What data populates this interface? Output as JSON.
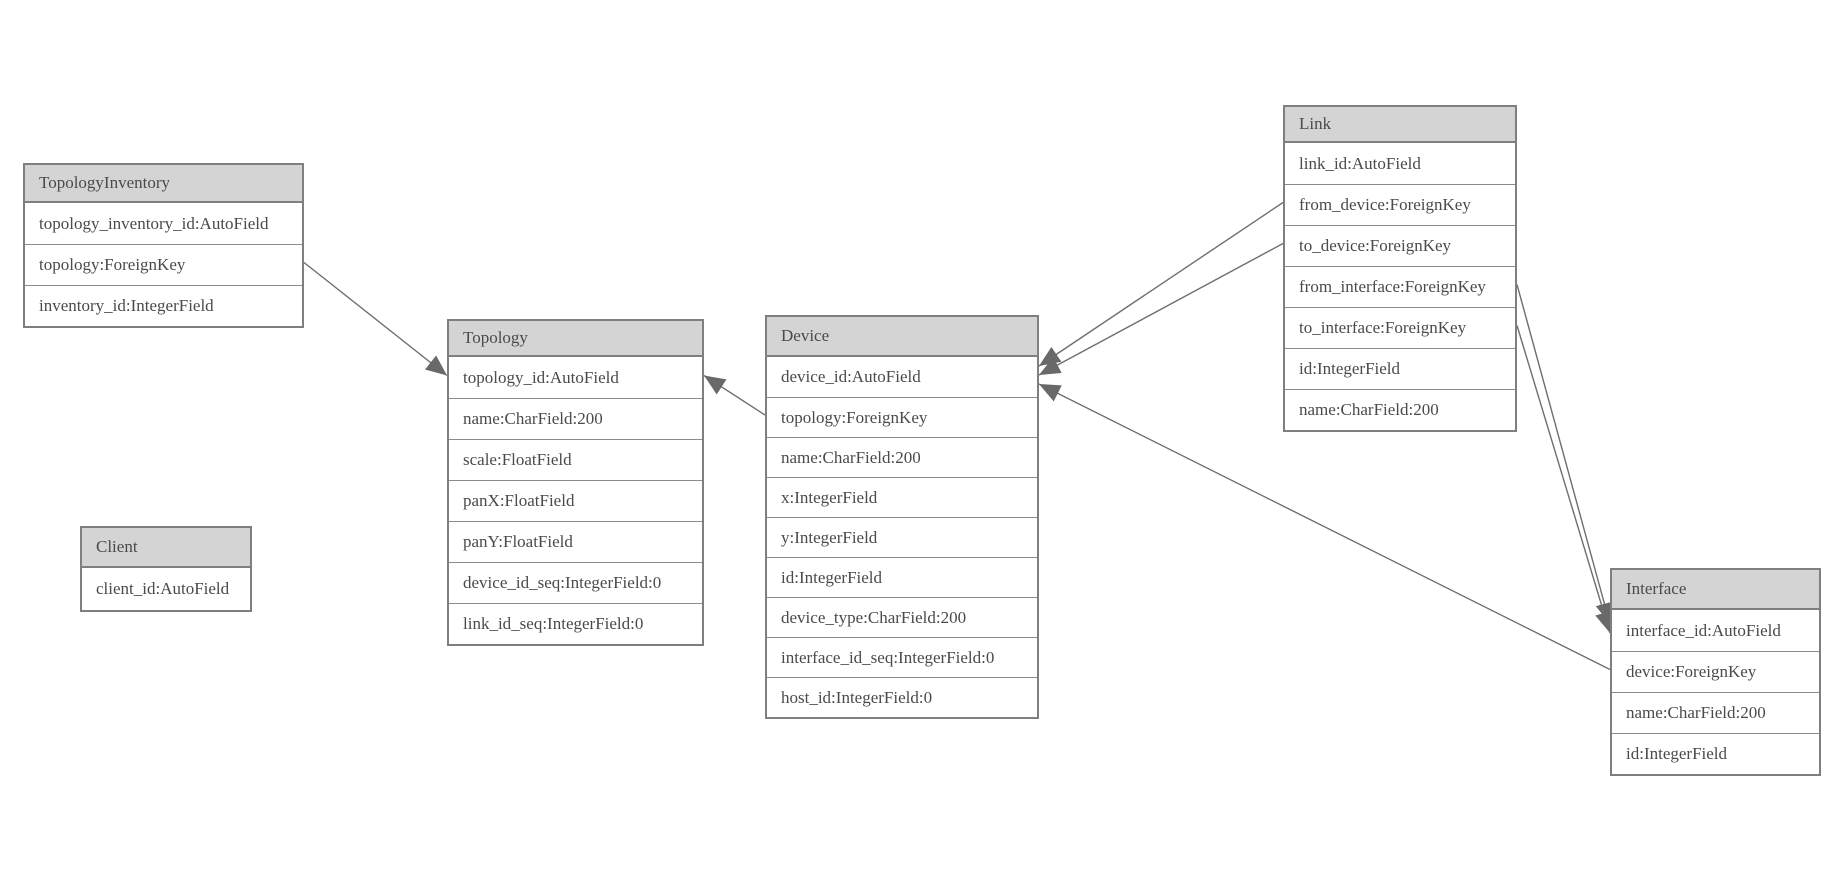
{
  "diagram": {
    "kind": "entity-relationship-model",
    "colors": {
      "canvas_bg": "#ffffff",
      "header_bg": "#d4d4d4",
      "row_bg": "#ffffff",
      "border": "#7f7f7f",
      "text": "#4a4a4a",
      "line": "#6e6e6e",
      "arrow": "#696969"
    },
    "entities": [
      {
        "name": "TopologyInventory",
        "fields": [
          "topology_inventory_id:AutoField",
          "topology:ForeignKey",
          "inventory_id:IntegerField"
        ]
      },
      {
        "name": "Topology",
        "fields": [
          "topology_id:AutoField",
          "name:CharField:200",
          "scale:FloatField",
          "panX:FloatField",
          "panY:FloatField",
          "device_id_seq:IntegerField:0",
          "link_id_seq:IntegerField:0"
        ]
      },
      {
        "name": "Client",
        "fields": [
          "client_id:AutoField"
        ]
      },
      {
        "name": "Device",
        "fields": [
          "device_id:AutoField",
          "topology:ForeignKey",
          "name:CharField:200",
          "x:IntegerField",
          "y:IntegerField",
          "id:IntegerField",
          "device_type:CharField:200",
          "interface_id_seq:IntegerField:0",
          "host_id:IntegerField:0"
        ]
      },
      {
        "name": "Link",
        "fields": [
          "link_id:AutoField",
          "from_device:ForeignKey",
          "to_device:ForeignKey",
          "from_interface:ForeignKey",
          "to_interface:ForeignKey",
          "id:IntegerField",
          "name:CharField:200"
        ]
      },
      {
        "name": "Interface",
        "fields": [
          "interface_id:AutoField",
          "device:ForeignKey",
          "name:CharField:200",
          "id:IntegerField"
        ]
      }
    ],
    "relations": [
      {
        "from": {
          "entity": "TopologyInventory",
          "field": "topology",
          "side": "right"
        },
        "to": {
          "entity": "Topology",
          "field": "topology_id",
          "side": "left"
        }
      },
      {
        "from": {
          "entity": "Device",
          "field": "topology",
          "side": "left"
        },
        "to": {
          "entity": "Topology",
          "field": "topology_id",
          "side": "right"
        }
      },
      {
        "from": {
          "entity": "Link",
          "field": "from_device",
          "side": "left"
        },
        "to": {
          "entity": "Device",
          "field": "device_id",
          "side": "right"
        }
      },
      {
        "from": {
          "entity": "Link",
          "field": "to_device",
          "side": "left"
        },
        "to": {
          "entity": "Device",
          "field": "device_id",
          "side": "right"
        }
      },
      {
        "from": {
          "entity": "Link",
          "field": "from_interface",
          "side": "right"
        },
        "to": {
          "entity": "Interface",
          "field": "interface_id",
          "side": "left"
        }
      },
      {
        "from": {
          "entity": "Link",
          "field": "to_interface",
          "side": "right"
        },
        "to": {
          "entity": "Interface",
          "field": "interface_id",
          "side": "left"
        }
      },
      {
        "from": {
          "entity": "Interface",
          "field": "device",
          "side": "left"
        },
        "to": {
          "entity": "Device",
          "field": "device_id",
          "side": "right"
        }
      }
    ]
  }
}
